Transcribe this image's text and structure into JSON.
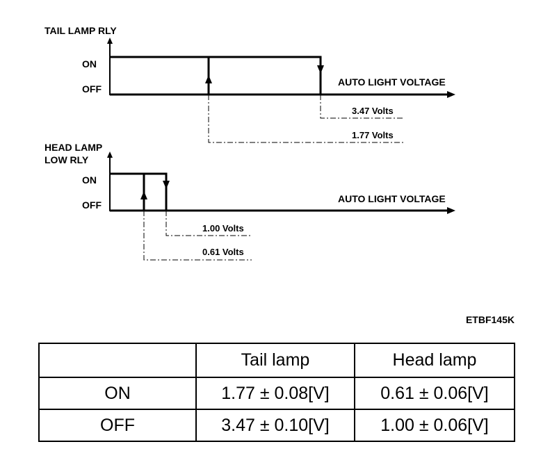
{
  "diagram": {
    "tail": {
      "axis_label": "TAIL LAMP RLY",
      "on_label": "ON",
      "off_label": "OFF",
      "x_label": "AUTO LIGHT VOLTAGE",
      "off_threshold": "3.47 Volts",
      "on_threshold": "1.77 Volts"
    },
    "head": {
      "axis_label_line1": "HEAD LAMP",
      "axis_label_line2": "LOW RLY",
      "on_label": "ON",
      "off_label": "OFF",
      "x_label": "AUTO LIGHT VOLTAGE",
      "off_threshold": "1.00 Volts",
      "on_threshold": "0.61 Volts"
    },
    "figure_code": "ETBF145K"
  },
  "table": {
    "headers": [
      "",
      "Tail lamp",
      "Head lamp"
    ],
    "rows": [
      {
        "label": "ON",
        "tail": "1.77 ± 0.08[V]",
        "head": "0.61 ± 0.06[V]"
      },
      {
        "label": "OFF",
        "tail": "3.47 ± 0.10[V]",
        "head": "1.00 ± 0.06[V]"
      }
    ]
  }
}
